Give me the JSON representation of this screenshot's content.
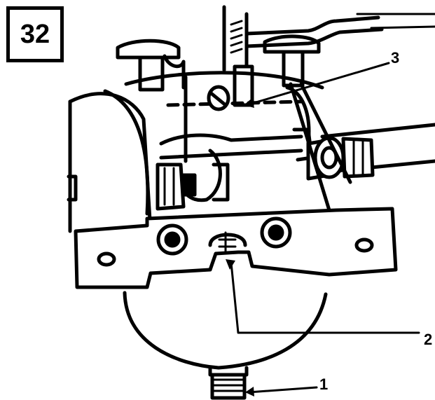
{
  "figure": {
    "number": "32",
    "callouts": [
      {
        "id": "1",
        "label": "1"
      },
      {
        "id": "2",
        "label": "2"
      },
      {
        "id": "3",
        "label": "3"
      }
    ]
  },
  "colors": {
    "ink": "#000000",
    "paper": "#ffffff"
  }
}
